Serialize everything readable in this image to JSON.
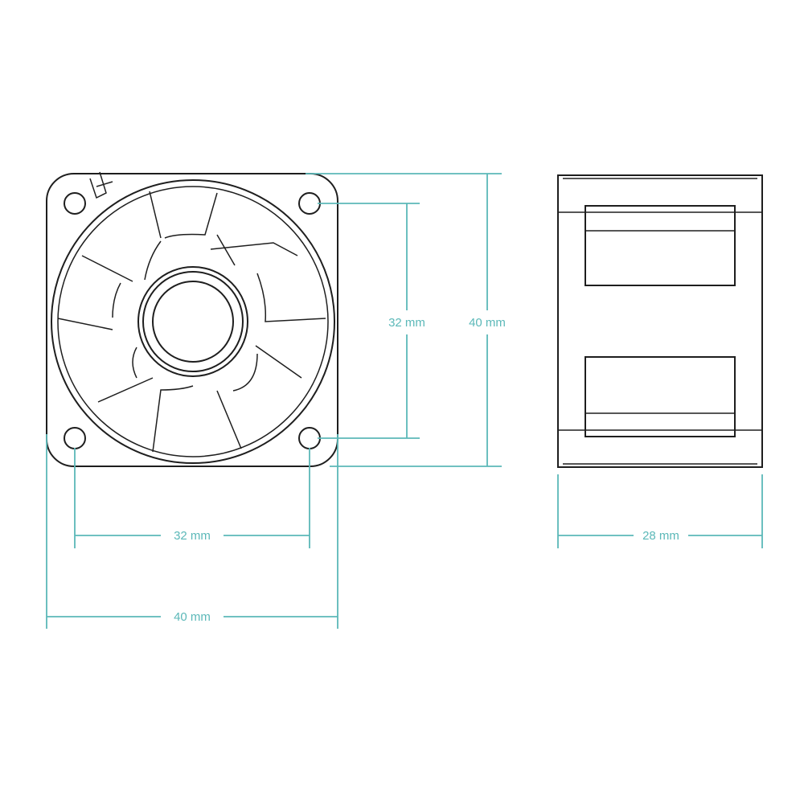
{
  "front_view": {
    "hole_spacing_horizontal": "32 mm",
    "overall_width": "40 mm",
    "hole_spacing_vertical": "32 mm",
    "overall_height": "40 mm"
  },
  "side_view": {
    "depth": "28 mm"
  },
  "colors": {
    "outline": "#1e1e1e",
    "dimension": "#5bb8b8"
  }
}
